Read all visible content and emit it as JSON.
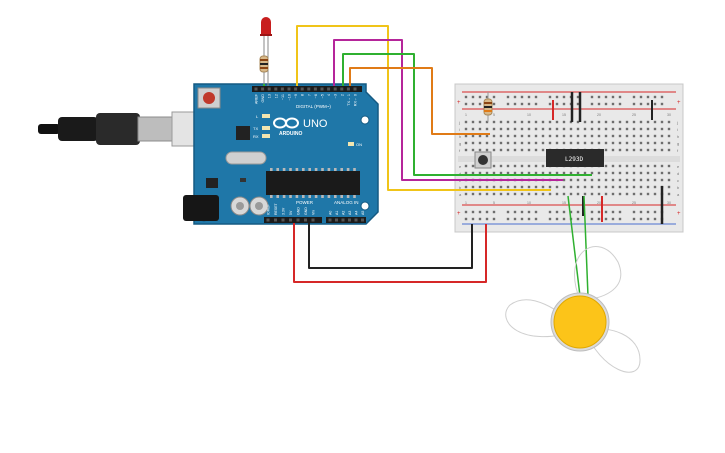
{
  "board": {
    "logo_text": "ARDUINO",
    "model_text": "UNO",
    "digital_header": "DIGITAL (PWM~)",
    "power_header": "POWER",
    "analog_header": "ANALOG IN",
    "on_label": "ON",
    "l_label": "L",
    "tx_label": "TX",
    "rx_label": "RX",
    "digital_pins": [
      "AREF",
      "GND",
      "13",
      "12",
      "~11",
      "~10",
      "~9",
      "8",
      "7",
      "~6",
      "~5",
      "4",
      "~3",
      "2",
      "TX→ 1",
      "RX← 0"
    ],
    "power_pins": [
      "IOREF",
      "RESET",
      "3.3V",
      "5V",
      "GND",
      "GND",
      "Vin"
    ],
    "analog_pins": [
      "A0",
      "A1",
      "A2",
      "A3",
      "A4",
      "A5"
    ]
  },
  "ic": {
    "label": "L293D"
  },
  "breadboard": {
    "top_letters": [
      "j",
      "i",
      "h",
      "g",
      "f"
    ],
    "bottom_letters": [
      "e",
      "d",
      "c",
      "b",
      "a"
    ],
    "column_numbers": [
      "1",
      "5",
      "10",
      "15",
      "20",
      "25",
      "30"
    ]
  },
  "colors": {
    "board_blue": "#1f77a8",
    "wire_yellow": "#f0c419",
    "wire_magenta": "#b5259a",
    "wire_green": "#2fb030",
    "wire_orange": "#e07b17",
    "wire_red": "#d62828",
    "wire_black": "#222222",
    "motor_hub": "#fcc419"
  }
}
